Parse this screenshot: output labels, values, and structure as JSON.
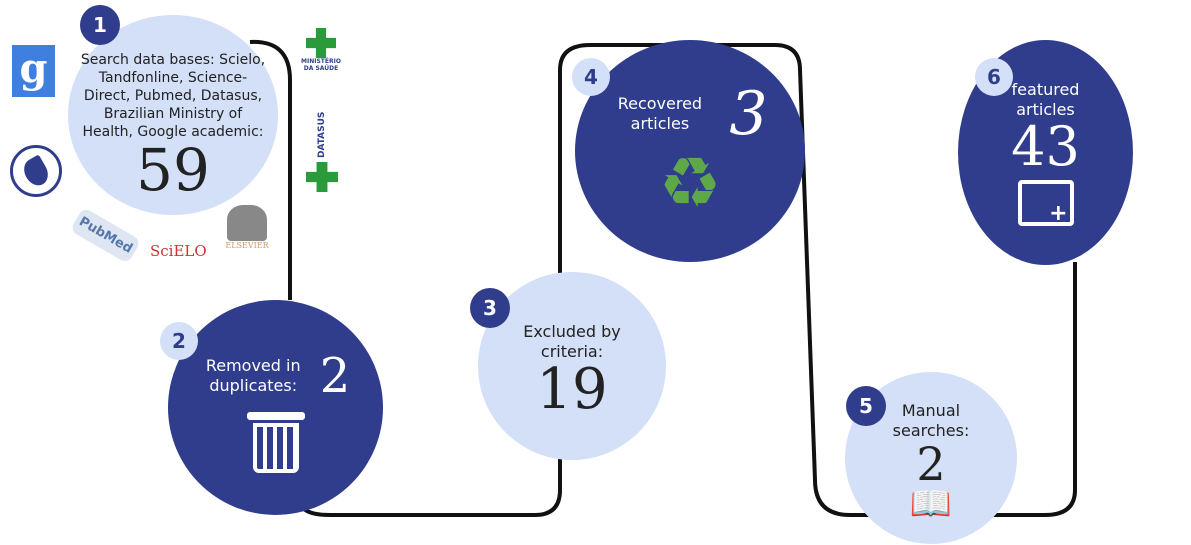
{
  "steps": [
    {
      "number": "1",
      "label": "Search data bases: Scielo, Tandfonline, Science-Direct, Pubmed, Datasus, Brazilian Ministry of Health, Google academic:",
      "value": "59"
    },
    {
      "number": "2",
      "label": "Removed in duplicates:",
      "value": "2"
    },
    {
      "number": "3",
      "label": "Excluded by criteria:",
      "value": "19"
    },
    {
      "number": "4",
      "label": "Recovered articles",
      "value": "3"
    },
    {
      "number": "5",
      "label": "Manual searches:",
      "value": "2"
    },
    {
      "number": "6",
      "label": "featured articles",
      "value": "43"
    }
  ],
  "logos": {
    "ministerio": "MINISTÉRIO DA SAÚDE",
    "datasus": "DATASUS",
    "pubmed": "PubMed",
    "scielo": "SciELO",
    "elsevier": "ELSEVIER",
    "google": "g"
  },
  "colors": {
    "dark": "#2f3d8c",
    "light": "#d3e0f8",
    "line": "#111111"
  }
}
